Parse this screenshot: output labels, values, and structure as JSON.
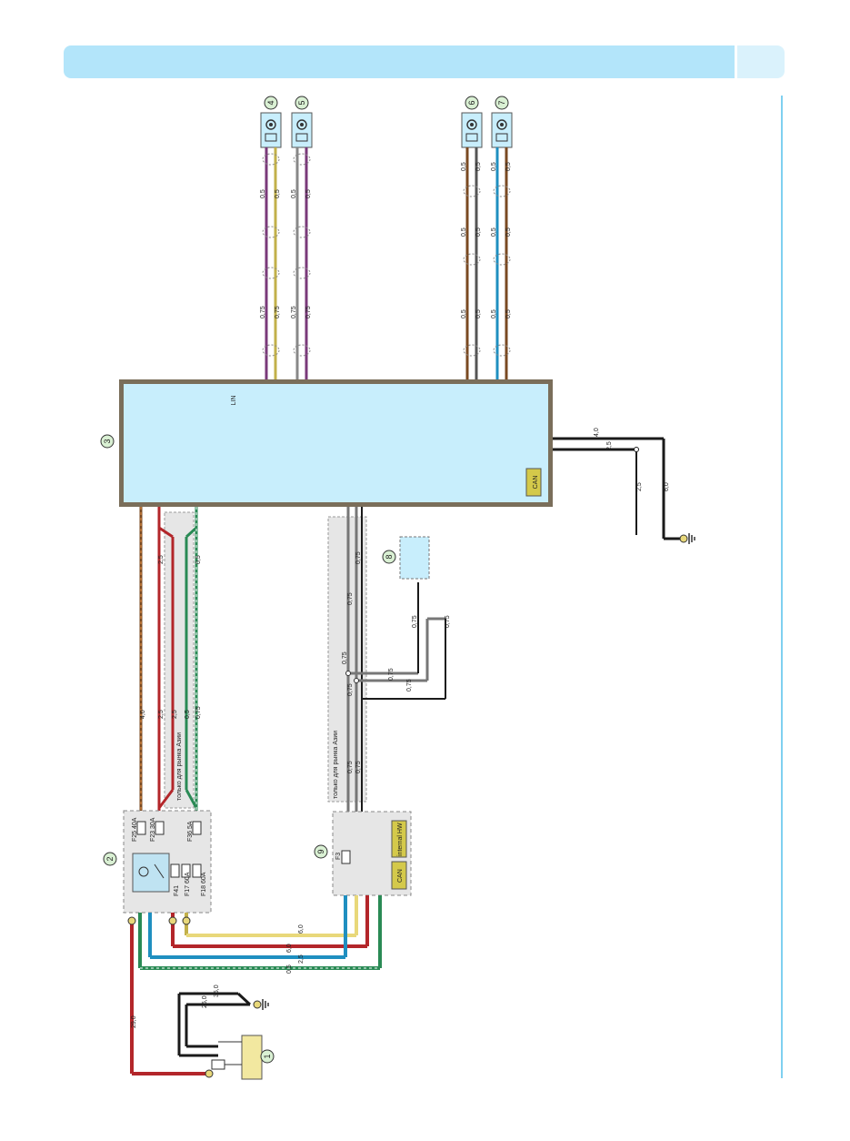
{
  "colors": {
    "header_band": "#b3e5fa",
    "module_fill": "#c8eefc",
    "module_border": "#7a6e5a",
    "callout_fill": "#d9f0d3",
    "wire_red": "#b3262a",
    "wire_brown": "#7a4a22",
    "wire_yellow": "#e8d87a",
    "wire_blue": "#1f8fc0",
    "wire_green": "#2a8a55",
    "wire_purple": "#7a3a7a",
    "wire_black": "#1a1a1a",
    "wire_grey": "#777777",
    "can_label_fill": "#d4c94a"
  },
  "callouts": {
    "c1": "1",
    "c2": "2",
    "c3": "3",
    "c4": "4",
    "c5": "5",
    "c6": "6",
    "c7": "7",
    "c8": "8",
    "c9": "9"
  },
  "module3": {
    "lin_label": "LIN",
    "can_label": "CAN"
  },
  "module9": {
    "fuse_label": "F3",
    "can_label": "CAN",
    "internal_label": "internal HW"
  },
  "fusebox": {
    "fuses": [
      "F25 40A",
      "F23 30A",
      "F36 5A",
      "F41",
      "F17 60A",
      "F18 60A"
    ]
  },
  "notes": {
    "left_only": "только для рынка Азии",
    "center_only": "только для рынка Азии"
  },
  "wire_labels": {
    "w05": "0,5",
    "w075": "0,75",
    "w25": "2,5",
    "w40": "4,0",
    "w60": "6,0",
    "w250": "25,0",
    "w350": "35,0",
    "w290": "29,0"
  },
  "ground_symbols": [
    "ground-icon",
    "ground-icon",
    "ground-icon"
  ],
  "icons": [
    "speaker-icon",
    "battery-icon",
    "fuse-icon",
    "relay-icon",
    "ground-icon",
    "connector-icon"
  ]
}
